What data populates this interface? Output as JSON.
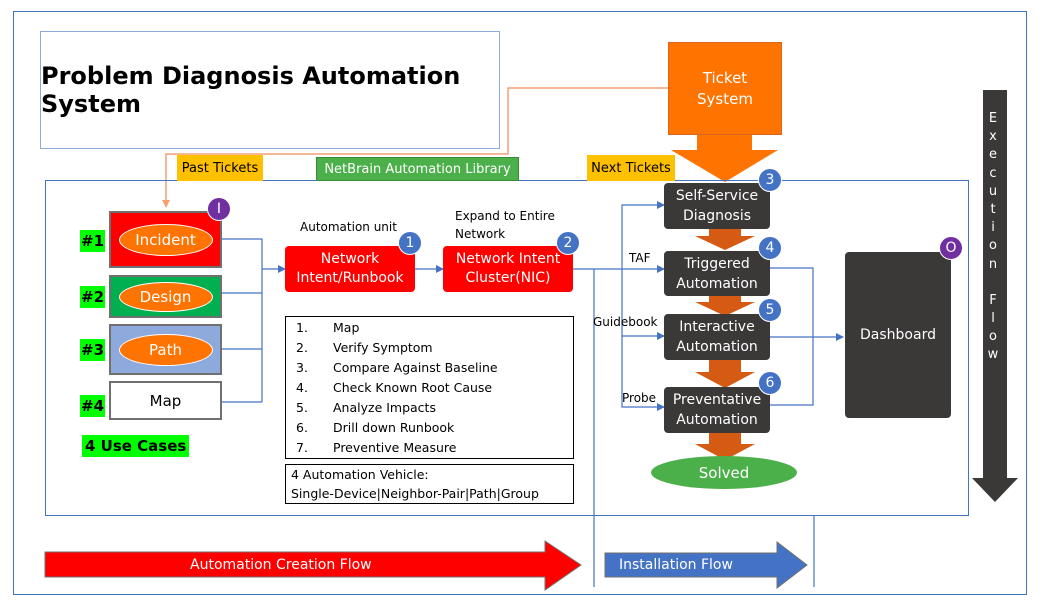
{
  "title": "Problem Diagnosis Automation System",
  "tags": {
    "past_tickets": "Past Tickets",
    "library": "NetBrain Automation Library",
    "next_tickets": "Next Tickets"
  },
  "ticket_system": {
    "line1": "Ticket",
    "line2": "System"
  },
  "use_cases": {
    "items": [
      {
        "num": "#1",
        "label": "Incident",
        "fill": "#ff0000"
      },
      {
        "num": "#2",
        "label": "Design",
        "fill": "#00b050"
      },
      {
        "num": "#3",
        "label": "Path",
        "fill": "#8ea9db"
      },
      {
        "num": "#4",
        "label": "Map",
        "fill": "#ffffff"
      }
    ],
    "summary": "4 Use Cases",
    "input_badge": "I"
  },
  "automation_unit": {
    "caption": "Automation unit",
    "line1": "Network",
    "line2": "Intent/Runbook",
    "badge": "1"
  },
  "nic": {
    "caption_line1": "Expand to Entire",
    "caption_line2": "Network",
    "line1": "Network Intent",
    "line2": "Cluster(NIC)",
    "badge": "2"
  },
  "steps": [
    {
      "num": "1.",
      "text": "Map"
    },
    {
      "num": "2.",
      "text": "Verify Symptom"
    },
    {
      "num": "3.",
      "text": "Compare Against Baseline"
    },
    {
      "num": "4.",
      "text": "Check Known Root Cause"
    },
    {
      "num": "5.",
      "text": "Analyze Impacts"
    },
    {
      "num": "6.",
      "text": "Drill down Runbook"
    },
    {
      "num": "7.",
      "text": "Preventive Measure"
    }
  ],
  "vehicle": {
    "line1": "4 Automation Vehicle:",
    "line2": "Single-Device|Neighbor-Pair|Path|Group"
  },
  "stages": [
    {
      "line1": "Self-Service",
      "line2": "Diagnosis",
      "badge": "3",
      "input_label": ""
    },
    {
      "line1": "Triggered",
      "line2": "Automation",
      "badge": "4",
      "input_label": "TAF"
    },
    {
      "line1": "Interactive",
      "line2": "Automation",
      "badge": "5",
      "input_label": "Guidebook"
    },
    {
      "line1": "Preventative",
      "line2": "Automation",
      "badge": "6",
      "input_label": "Probe"
    }
  ],
  "solved": "Solved",
  "dashboard": {
    "label": "Dashboard",
    "badge": "O"
  },
  "execution_flow": [
    "E",
    "x",
    "e",
    "c",
    "u",
    "t",
    "i",
    "o",
    "n",
    "",
    "F",
    "l",
    "o",
    "w"
  ],
  "bottom_flows": {
    "creation": "Automation Creation Flow",
    "installation": "Installation Flow"
  },
  "colors": {
    "accent_blue": "#4472c4",
    "orange": "#ff7300",
    "dark_orange": "#d55a14",
    "red": "#ff0000",
    "green": "#4cb04a",
    "yellow": "#ffc000",
    "purple": "#7030a0",
    "dark": "#3b3838"
  }
}
